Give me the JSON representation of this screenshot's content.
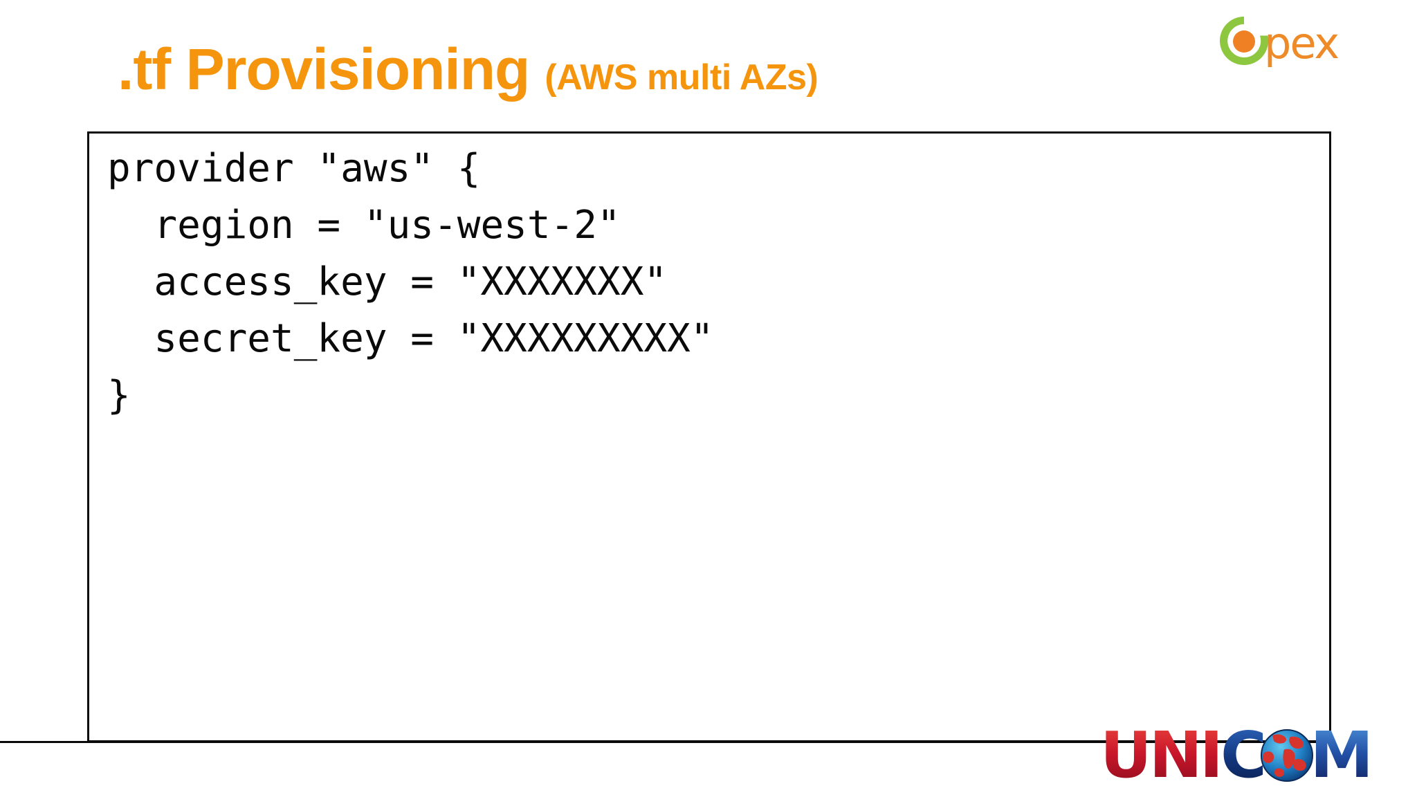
{
  "slide": {
    "background_color": "#ffffff",
    "accent_color": "#F5940D"
  },
  "title": {
    "main": ".tf Provisioning",
    "subtitle": "(AWS multi AZs)",
    "color": "#F5940D"
  },
  "code_block": {
    "language": "terraform",
    "border_color": "#0a0a0a",
    "text_color": "#0a0a0a",
    "content": "provider \"aws\" {\n  region = \"us-west-2\"\n  access_key = \"XXXXXXX\"\n  secret_key = \"XXXXXXXXX\"\n}",
    "lines": [
      "provider \"aws\" {",
      "  region = \"us-west-2\"",
      "  access_key = \"XXXXXXX\"",
      "  secret_key = \"XXXXXXXXX\"",
      "}"
    ]
  },
  "brand_logo": {
    "name": "opex-logo",
    "wordmark": "pex",
    "ring_color": "#8DC63F",
    "dot_color": "#EF8024",
    "text_color": "#EE8B28"
  },
  "footer_logo": {
    "name": "unicom-logo",
    "part_uni": "UNI",
    "part_c": "C",
    "part_m": "M",
    "full_text": "UNICOM",
    "uni_color": "#C8152A",
    "com_color": "#13367E"
  }
}
